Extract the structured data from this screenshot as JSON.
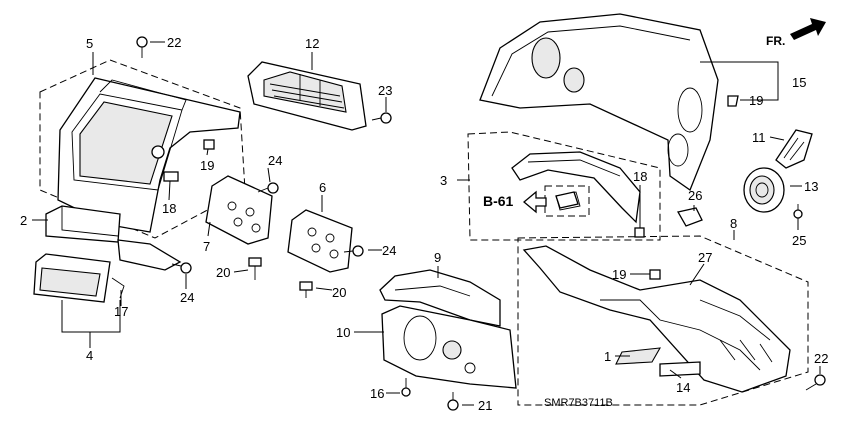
{
  "diagram_code": "SMR7B3711B",
  "direction_label": "FR.",
  "ref_label": "B-61",
  "callouts": {
    "c1": "1",
    "c2": "2",
    "c3": "3",
    "c4": "4",
    "c5": "5",
    "c6": "6",
    "c7": "7",
    "c8": "8",
    "c9": "9",
    "c10": "10",
    "c11": "11",
    "c12": "12",
    "c13": "13",
    "c14": "14",
    "c15": "15",
    "c16": "16",
    "c17": "17",
    "c18": "18",
    "c19a": "19",
    "c19b": "19",
    "c19c": "19",
    "c20a": "20",
    "c20b": "20",
    "c21": "21",
    "c22a": "22",
    "c22b": "22",
    "c23": "23",
    "c24a": "24",
    "c24b": "24",
    "c24c": "24",
    "c25": "25",
    "c26": "26",
    "c27": "27"
  }
}
